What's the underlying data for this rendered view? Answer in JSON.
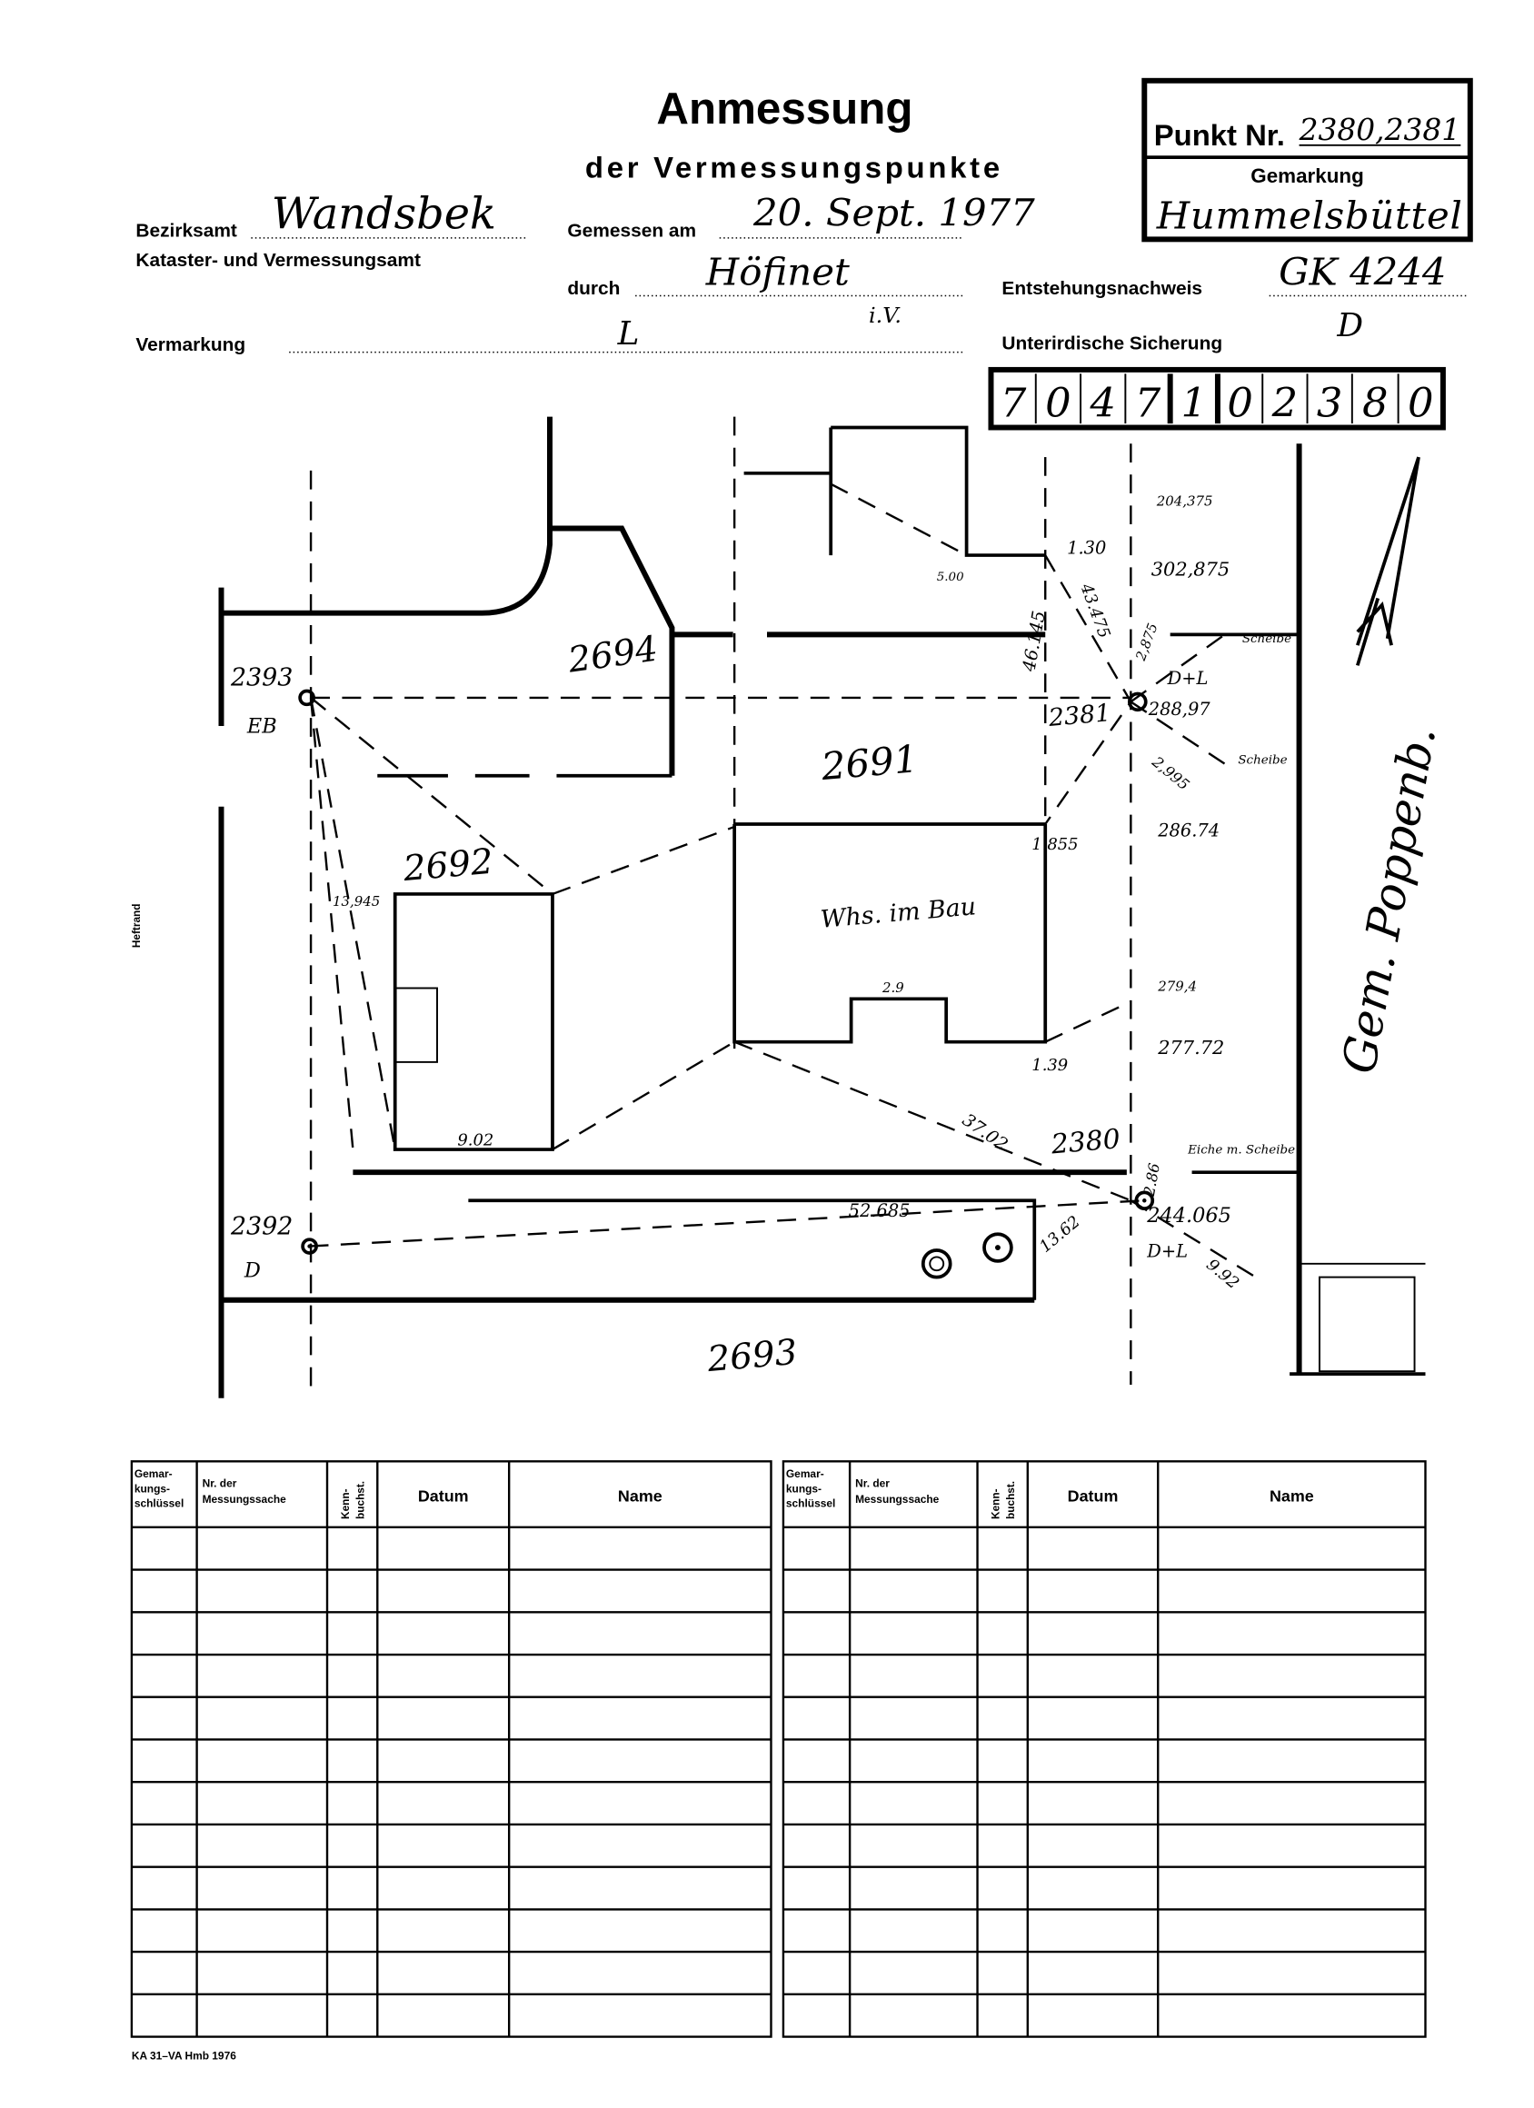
{
  "header": {
    "title": "Anmessung",
    "subtitle": "der Vermessungspunkte",
    "punkt_label": "Punkt Nr.",
    "punkt_value": "2380,2381",
    "gemarkung_label": "Gemarkung",
    "gemarkung_value": "Hummelsbüttel",
    "bezirksamt_label": "Bezirksamt",
    "bezirksamt_value": "Wandsbek",
    "amt_label": "Kataster- und Vermessungsamt",
    "gemessen_label": "Gemessen am",
    "gemessen_value": "20. Sept. 1977",
    "durch_label": "durch",
    "durch_value": "Höfinet",
    "durch_suffix": "i.V.",
    "entstehung_label": "Entstehungsnachweis",
    "entstehung_value": "GK 4244",
    "vermarkung_label": "Vermarkung",
    "vermarkung_value": "L",
    "sicherung_label": "Unterirdische Sicherung",
    "sicherung_value": "D",
    "code_digits": [
      "7",
      "0",
      "4",
      "7",
      "1",
      "0",
      "2",
      "3",
      "8",
      "0"
    ]
  },
  "margin_label": "Heftrand",
  "map": {
    "labels": [
      "2694",
      "2691",
      "2692",
      "2693",
      "Whs. im Bau",
      "2393",
      "EB",
      "2392",
      "D",
      "2381",
      "2380",
      "302,875",
      "204,375",
      "1.30",
      "43.475",
      "46.145",
      "2,875",
      "D+L",
      "288,97",
      "2,995",
      "Scheibe",
      "Scheibe",
      "1.855",
      "286.74",
      "279,4",
      "277.72",
      "1.39",
      "37.02",
      "2.86",
      "Eiche m. Scheibe",
      "244.065",
      "D+L",
      "9.92",
      "13.62",
      "52.685",
      "9.02",
      "13,945",
      "Gem. Poppenb.",
      "2.9",
      "5.00"
    ]
  },
  "table": {
    "headers": [
      "Gemar-",
      "kungs-",
      "schlüssel",
      "Nr. der",
      "Messungssache",
      "Kenn-",
      "buchst.",
      "Datum",
      "Name"
    ],
    "row_count": 12
  },
  "footer": "KA 31–VA Hmb 1976"
}
